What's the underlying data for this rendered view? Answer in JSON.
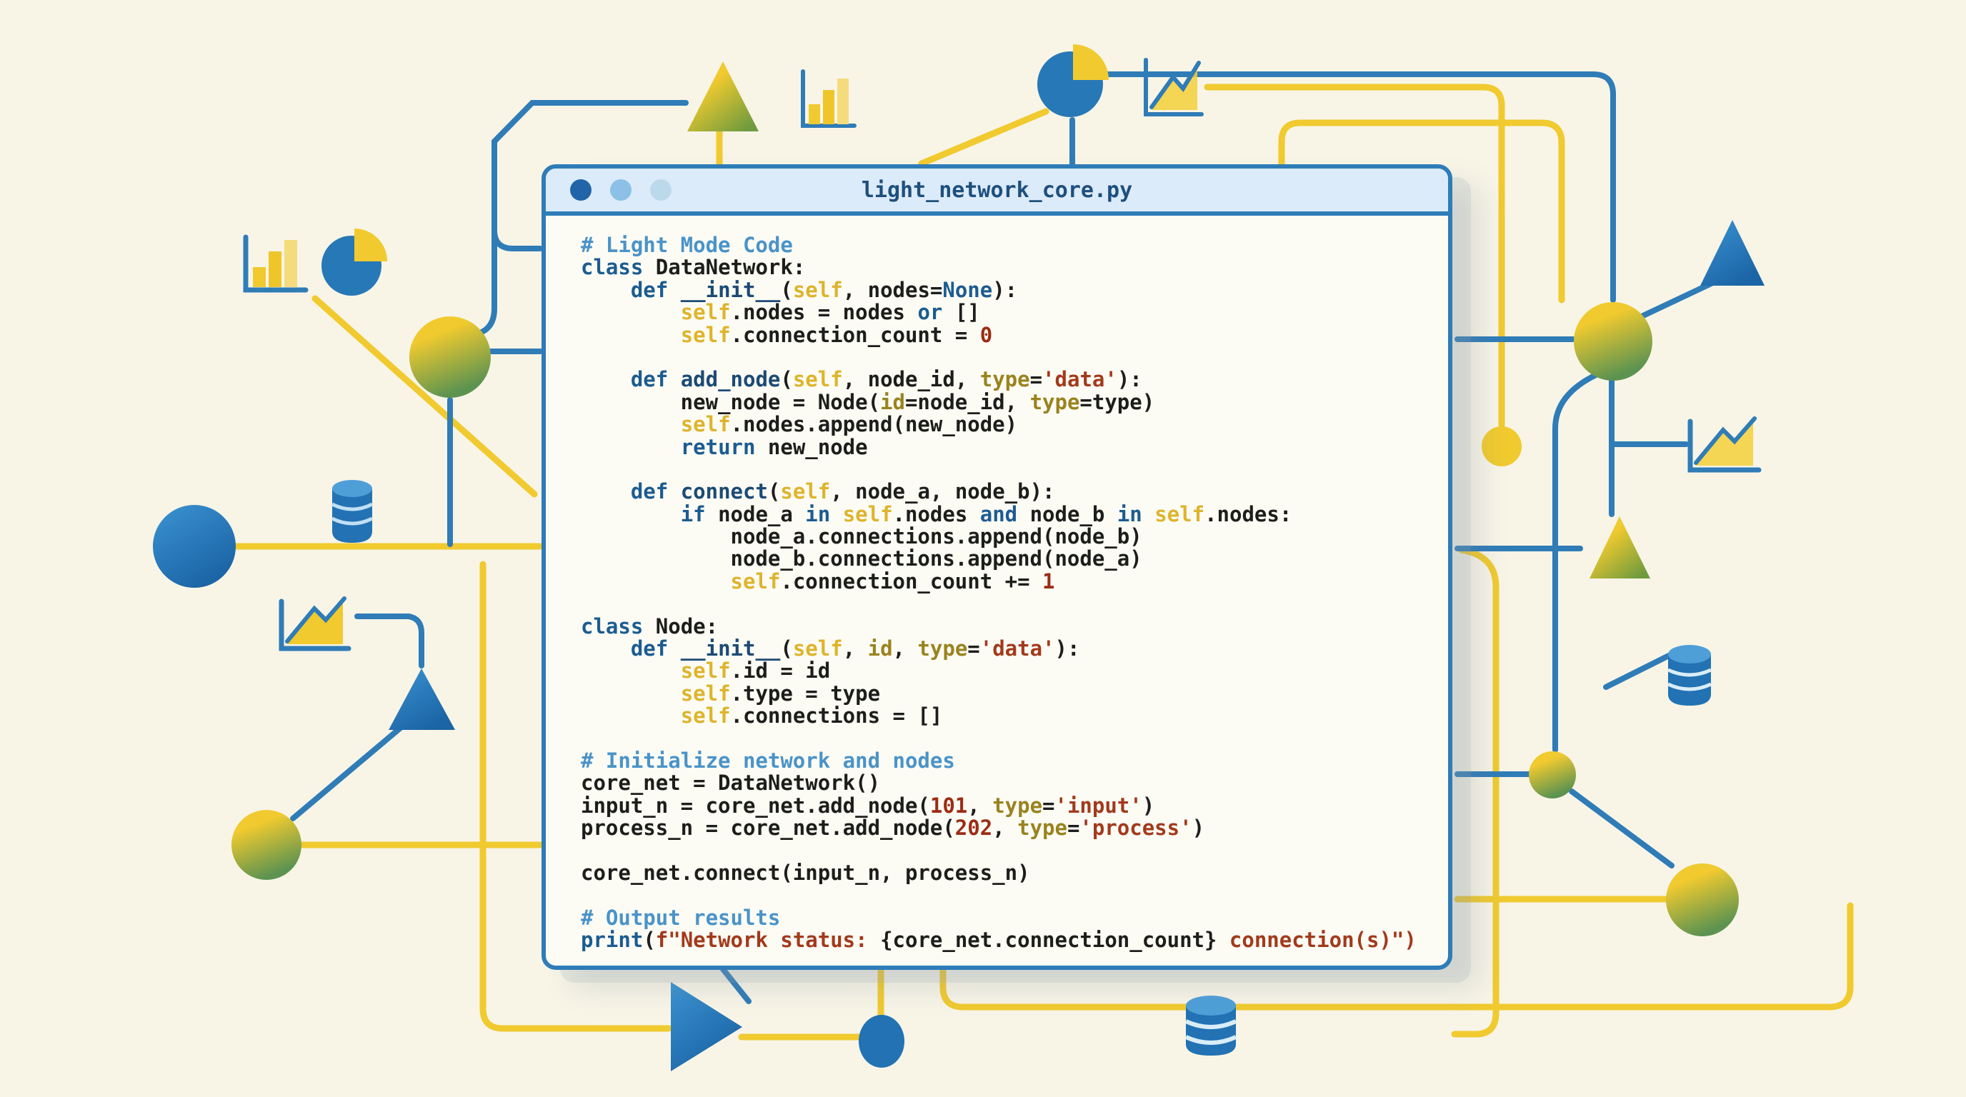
{
  "window": {
    "title": "light_network_core.py",
    "controls": [
      {
        "name": "close",
        "color": "#2165a8"
      },
      {
        "name": "minimize",
        "color": "#8cc0e6"
      },
      {
        "name": "maximize",
        "color": "#bcd9ec"
      }
    ]
  },
  "palette": {
    "canvas_bg": "#f8f5e7",
    "window_bg": "#fcfcf5",
    "titlebar_bg": "#dcebfa",
    "window_border": "#2e7cb8",
    "accent_yellow": "#f0ca2f",
    "accent_blue": "#2f7cb7",
    "accent_green": "#64984a",
    "code_keyword": "#1c5c90",
    "code_comment": "#4a93c8",
    "code_self": "#deb42b",
    "code_param": "#9a831f",
    "code_string": "#a23a1c",
    "code_number": "#9c2c14",
    "code_plain": "#1d1d1b"
  },
  "decor": {
    "icons": [
      "bar-chart-icon",
      "pie-chart-icon",
      "line-chart-icon",
      "database-icon",
      "node-circle",
      "triangle-node",
      "play-triangle-icon",
      "connector-line"
    ]
  },
  "code": {
    "lines": [
      [
        [
          "comment",
          "# Light Mode Code"
        ]
      ],
      [
        [
          "kw",
          "class"
        ],
        [
          "plain",
          " DataNetwork:"
        ]
      ],
      [
        [
          "plain",
          "    "
        ],
        [
          "kw",
          "def"
        ],
        [
          "fn",
          " __init__"
        ],
        [
          "plain",
          "("
        ],
        [
          "self",
          "self"
        ],
        [
          "plain",
          ", nodes="
        ],
        [
          "kw",
          "None"
        ],
        [
          "plain",
          "):"
        ]
      ],
      [
        [
          "plain",
          "        "
        ],
        [
          "self",
          "self"
        ],
        [
          "plain",
          ".nodes = nodes "
        ],
        [
          "kw",
          "or"
        ],
        [
          "plain",
          " []"
        ]
      ],
      [
        [
          "plain",
          "        "
        ],
        [
          "self",
          "self"
        ],
        [
          "plain",
          ".connection_count = "
        ],
        [
          "num",
          "0"
        ]
      ],
      [],
      [
        [
          "plain",
          "    "
        ],
        [
          "kw",
          "def"
        ],
        [
          "fn",
          " add_node"
        ],
        [
          "plain",
          "("
        ],
        [
          "self",
          "self"
        ],
        [
          "plain",
          ", node_id, "
        ],
        [
          "param",
          "type"
        ],
        [
          "plain",
          "="
        ],
        [
          "str",
          "'data'"
        ],
        [
          "plain",
          "):"
        ]
      ],
      [
        [
          "plain",
          "        new_node = Node("
        ],
        [
          "param",
          "id"
        ],
        [
          "plain",
          "=node_id, "
        ],
        [
          "param",
          "type"
        ],
        [
          "plain",
          "=type)"
        ]
      ],
      [
        [
          "plain",
          "        "
        ],
        [
          "self",
          "self"
        ],
        [
          "plain",
          ".nodes.append(new_node)"
        ]
      ],
      [
        [
          "plain",
          "        "
        ],
        [
          "kw",
          "return"
        ],
        [
          "plain",
          " new_node"
        ]
      ],
      [],
      [
        [
          "plain",
          "    "
        ],
        [
          "kw",
          "def"
        ],
        [
          "fn",
          " connect"
        ],
        [
          "plain",
          "("
        ],
        [
          "self",
          "self"
        ],
        [
          "plain",
          ", node_a, node_b):"
        ]
      ],
      [
        [
          "plain",
          "        "
        ],
        [
          "kw",
          "if"
        ],
        [
          "plain",
          " node_a "
        ],
        [
          "kw",
          "in"
        ],
        [
          "plain",
          " "
        ],
        [
          "self",
          "self"
        ],
        [
          "plain",
          ".nodes "
        ],
        [
          "kw",
          "and"
        ],
        [
          "plain",
          " node_b "
        ],
        [
          "kw",
          "in"
        ],
        [
          "plain",
          " "
        ],
        [
          "self",
          "self"
        ],
        [
          "plain",
          ".nodes:"
        ]
      ],
      [
        [
          "plain",
          "            node_a.connections.append(node_b)"
        ]
      ],
      [
        [
          "plain",
          "            node_b.connections.append(node_a)"
        ]
      ],
      [
        [
          "plain",
          "            "
        ],
        [
          "self",
          "self"
        ],
        [
          "plain",
          ".connection_count += "
        ],
        [
          "num",
          "1"
        ]
      ],
      [],
      [
        [
          "kw",
          "class"
        ],
        [
          "plain",
          " Node:"
        ]
      ],
      [
        [
          "plain",
          "    "
        ],
        [
          "kw",
          "def"
        ],
        [
          "fn",
          " __init__"
        ],
        [
          "plain",
          "("
        ],
        [
          "self",
          "self"
        ],
        [
          "plain",
          ", "
        ],
        [
          "param",
          "id"
        ],
        [
          "plain",
          ", "
        ],
        [
          "param",
          "type"
        ],
        [
          "plain",
          "="
        ],
        [
          "str",
          "'data'"
        ],
        [
          "plain",
          "):"
        ]
      ],
      [
        [
          "plain",
          "        "
        ],
        [
          "self",
          "self"
        ],
        [
          "plain",
          ".id = id"
        ]
      ],
      [
        [
          "plain",
          "        "
        ],
        [
          "self",
          "self"
        ],
        [
          "plain",
          ".type = type"
        ]
      ],
      [
        [
          "plain",
          "        "
        ],
        [
          "self",
          "self"
        ],
        [
          "plain",
          ".connections = []"
        ]
      ],
      [],
      [
        [
          "comment",
          "# Initialize network and nodes"
        ]
      ],
      [
        [
          "plain",
          "core_net = DataNetwork()"
        ]
      ],
      [
        [
          "plain",
          "input_n = core_net.add_node("
        ],
        [
          "num",
          "101"
        ],
        [
          "plain",
          ", "
        ],
        [
          "param",
          "type"
        ],
        [
          "plain",
          "="
        ],
        [
          "str",
          "'input'"
        ],
        [
          "plain",
          ")"
        ]
      ],
      [
        [
          "plain",
          "process_n = core_net.add_node("
        ],
        [
          "num",
          "202"
        ],
        [
          "plain",
          ", "
        ],
        [
          "param",
          "type"
        ],
        [
          "plain",
          "="
        ],
        [
          "str",
          "'process'"
        ],
        [
          "plain",
          ")"
        ]
      ],
      [],
      [
        [
          "plain",
          "core_net.connect(input_n, process_n)"
        ]
      ],
      [],
      [
        [
          "comment",
          "# Output results"
        ]
      ],
      [
        [
          "kw",
          "print"
        ],
        [
          "plain",
          "("
        ],
        [
          "str",
          "f\"Network status: "
        ],
        [
          "plain",
          "{core_net.connection_count}"
        ],
        [
          "str",
          " connection(s)\")"
        ]
      ]
    ]
  }
}
